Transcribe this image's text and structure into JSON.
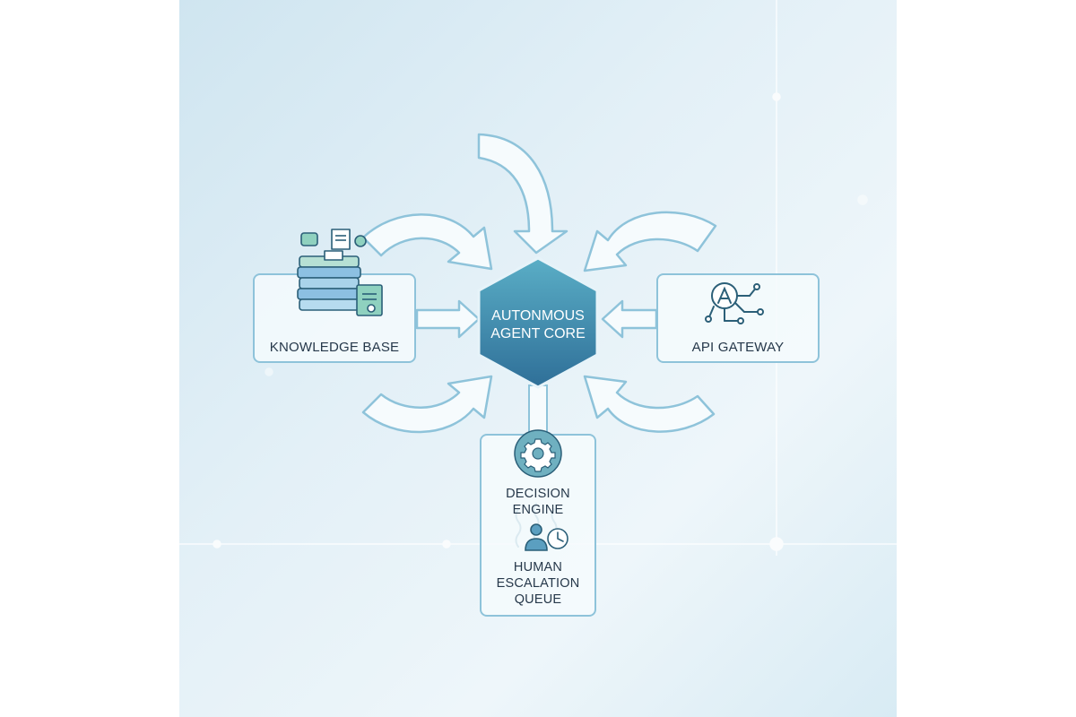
{
  "core": {
    "line1": "AUTONMOUS",
    "line2": "AGENT CORE",
    "gradient_top": "#5aaec6",
    "gradient_bottom": "#2f6f98"
  },
  "nodes": {
    "knowledge_base": {
      "label": "KNOWLEDGE BASE",
      "icon": "books-icon"
    },
    "api_gateway": {
      "label": "API GATEWAY",
      "icon": "ai-network-icon"
    },
    "decision_engine": {
      "label": "DECISION ENGINE",
      "icon": "gear-icon"
    },
    "human_escalation": {
      "line1": "HUMAN",
      "line2": "ESCALATION",
      "line3": "QUEUE",
      "icon": "person-clock-icon"
    }
  },
  "colors": {
    "outline": "#8ec3da",
    "arrow_fill": "#f6fbfd",
    "text": "#26384a"
  }
}
